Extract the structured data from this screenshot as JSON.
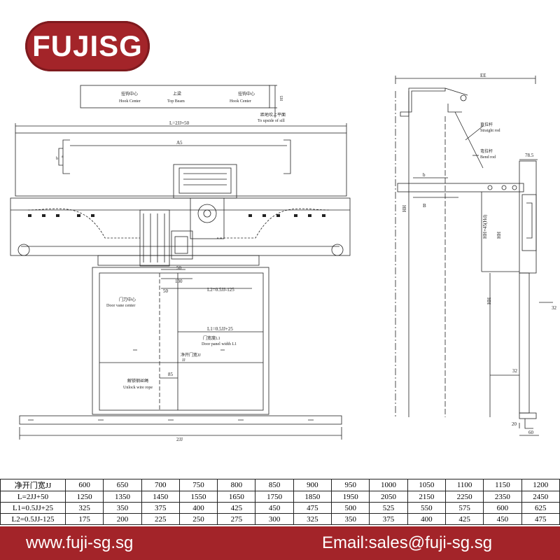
{
  "brand": {
    "logo": "FUJISG",
    "color": "#a32429"
  },
  "front_view": {
    "beam_labels": [
      {
        "cn": "挂钩中心",
        "en": "Hook Center"
      },
      {
        "cn": "上梁",
        "en": "Top Beam"
      },
      {
        "cn": "挂钩中心",
        "en": "Hook Center"
      }
    ],
    "sill_label": {
      "cn": "距地坎上平面",
      "en": "To upside of sill"
    },
    "dim_L": "L=2JJ+50",
    "dim_A5": "A5",
    "dim_50": "50",
    "dim_130": "130",
    "dim_L2": "L2=0.5JJ-125",
    "dim_L1": "L1=0.5JJ+25",
    "vane_center": {
      "cn": "门刀中心",
      "en": "Door vane center"
    },
    "panel_width": {
      "cn": "门宽度L1",
      "en": "Door panel width L1"
    },
    "clear_width": {
      "cn": "净开门宽JJ",
      "en": "JJ"
    },
    "dim_85": "85",
    "unlock_rope": {
      "cn": "解锁钢丝绳",
      "en": "Unlock wire rope"
    },
    "dim_2JJ": "2JJ",
    "dim_b": "b",
    "dim_a": "a",
    "dim_H5": "H5"
  },
  "side_view": {
    "dim_EE": "EE",
    "straight_rod": {
      "cn": "直拉杆",
      "en": "Straight rod"
    },
    "bend_rod": {
      "cn": "弯拉杆",
      "en": "Bend rod"
    },
    "dim_78_5": "78.5",
    "dim_b": "b",
    "dim_B": "B",
    "dim_HH": "HH",
    "dim_HH45": "HH+45(Hd)",
    "dim_HH2": "HH",
    "dim_HH3": "HH",
    "dim_32a": "32",
    "dim_32b": "32",
    "dim_20": "20",
    "dim_60": "60"
  },
  "spec_table": {
    "rows": [
      {
        "label": "净开门宽JJ",
        "values": [
          "600",
          "650",
          "700",
          "750",
          "800",
          "850",
          "900",
          "950",
          "1000",
          "1050",
          "1100",
          "1150",
          "1200"
        ]
      },
      {
        "label": "L=2JJ+50",
        "values": [
          "1250",
          "1350",
          "1450",
          "1550",
          "1650",
          "1750",
          "1850",
          "1950",
          "2050",
          "2150",
          "2250",
          "2350",
          "2450"
        ]
      },
      {
        "label": "L1=0.5JJ+25",
        "values": [
          "325",
          "350",
          "375",
          "400",
          "425",
          "450",
          "475",
          "500",
          "525",
          "550",
          "575",
          "600",
          "625"
        ]
      },
      {
        "label": "L2=0.5JJ-125",
        "values": [
          "175",
          "200",
          "225",
          "250",
          "275",
          "300",
          "325",
          "350",
          "375",
          "400",
          "425",
          "450",
          "475"
        ]
      }
    ]
  },
  "footer": {
    "website": "www.fuji-sg.sg",
    "email": "Email:sales@fuji-sg.sg"
  }
}
